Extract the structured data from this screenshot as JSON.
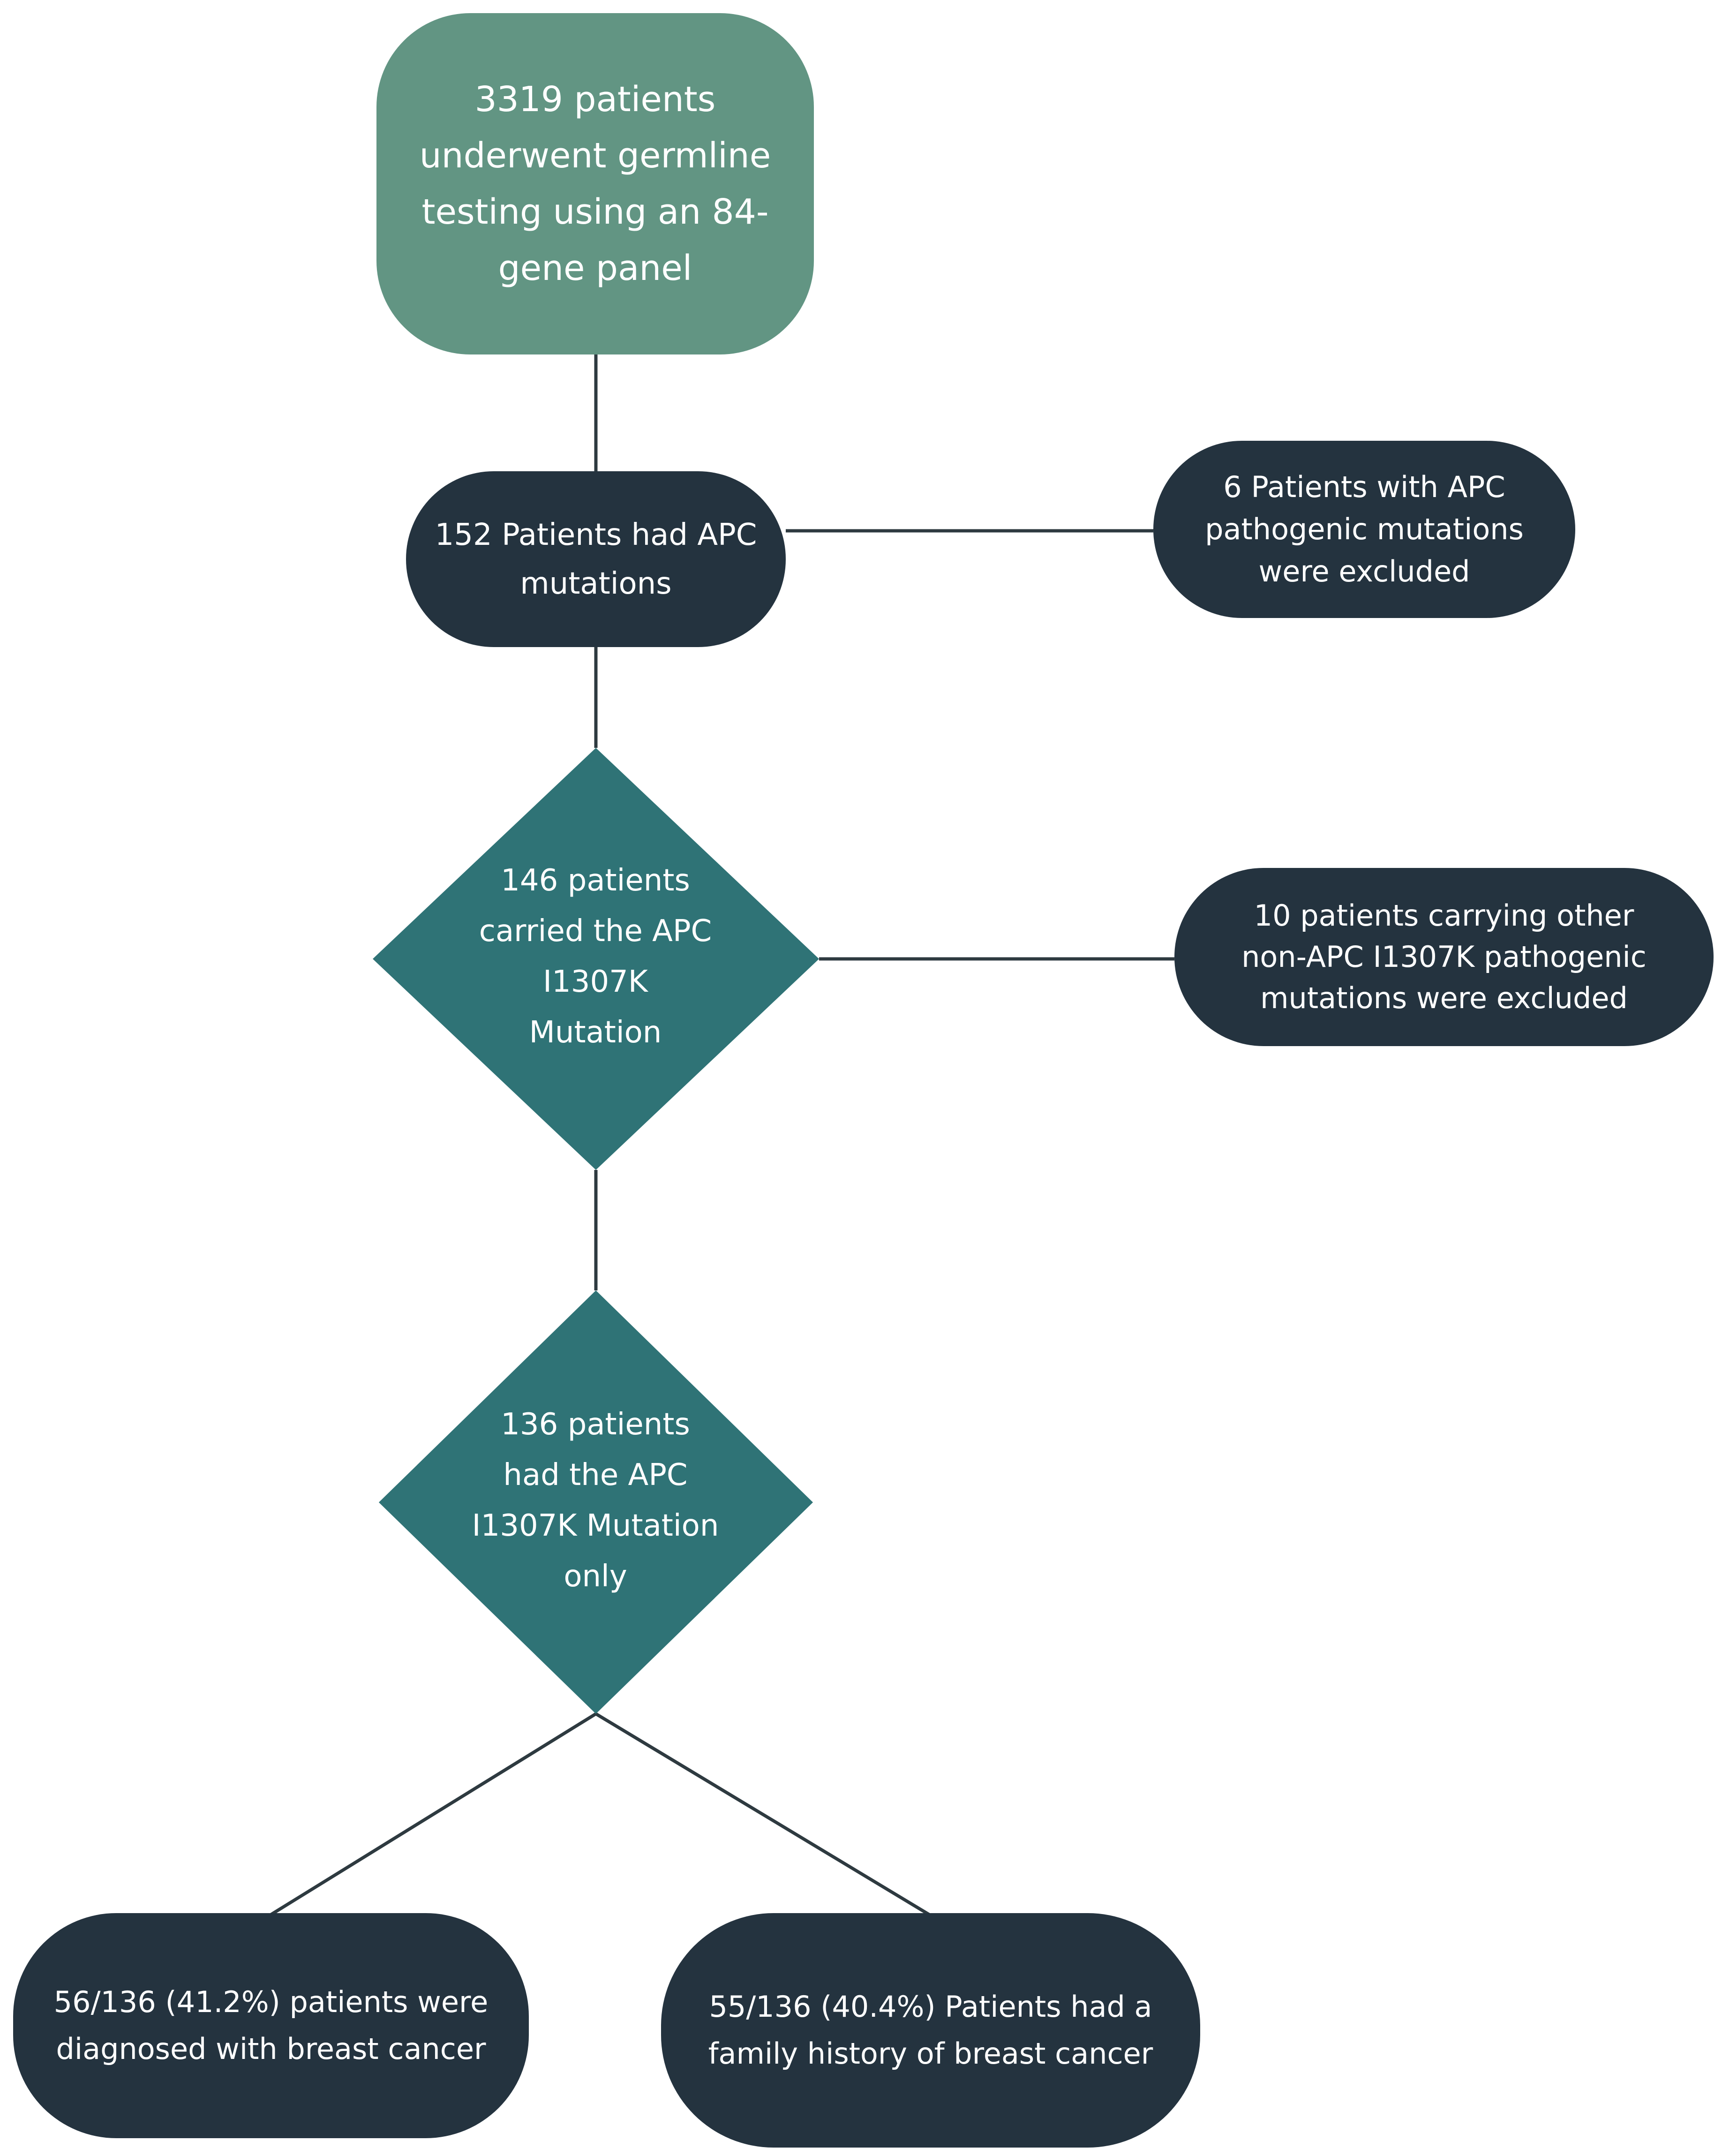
{
  "colors": {
    "start_box": "#629583",
    "dark_box": "#24333f",
    "diamond": "#2f7376",
    "connector": "#2e3a40",
    "text": "#ffffff"
  },
  "nodes": {
    "start": "3319 patients\nunderwent germline\ntesting using an 84-\ngene panel",
    "apc_mutations": "152 Patients had APC\nmutations",
    "excluded_pathogenic": "6 Patients with APC\npathogenic mutations\nwere excluded",
    "carried_i1307k": "146 patients\ncarried the APC\nI1307K\nMutation",
    "excluded_other": "10 patients carrying other\nnon-APC I1307K pathogenic\nmutations were excluded",
    "i1307k_only": "136 patients\nhad the APC\nI1307K Mutation\nonly",
    "breast_cancer_diagnosed": "56/136 (41.2%) patients were\ndiagnosed with breast cancer",
    "family_history": "55/136 (40.4%) Patients had a\nfamily history of breast cancer"
  }
}
